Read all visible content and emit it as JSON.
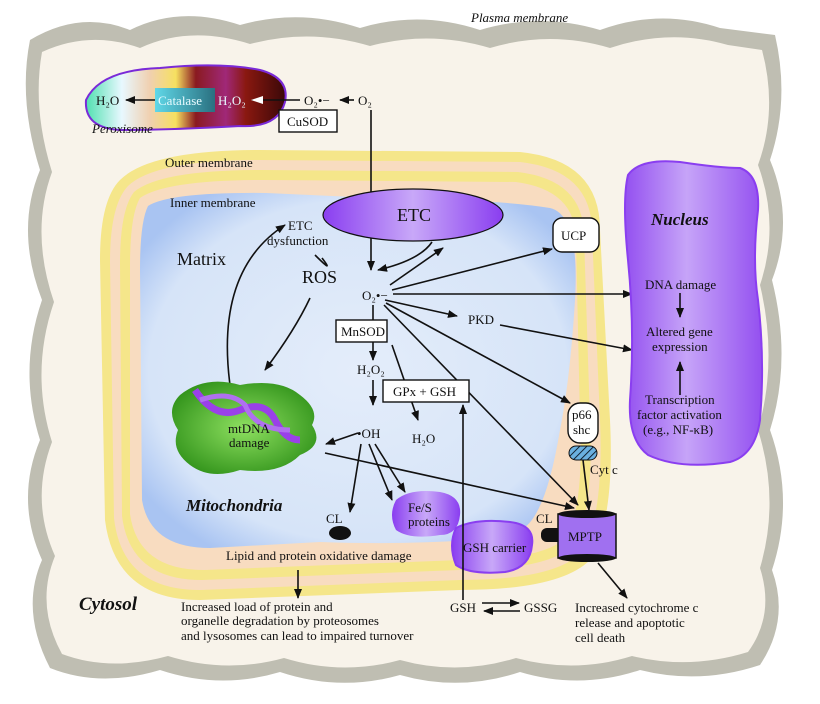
{
  "diagram": {
    "title_regions": {
      "plasma_membrane": "Plasma membrane",
      "cytosol": "Cytosol",
      "peroxisome": "Peroxisome",
      "outer_membrane": "Outer membrane",
      "inner_membrane": "Inner membrane",
      "matrix": "Matrix",
      "mitochondria": "Mitochondria",
      "nucleus": "Nucleus"
    },
    "peroxisome": {
      "h2o": "H₂O",
      "catalase": "Catalase",
      "h2o2": "H₂O₂"
    },
    "cytosol_top": {
      "superoxide": "O₂•−",
      "o2": "O₂",
      "cusod": "CuSOD"
    },
    "matrix": {
      "etc": "ETC",
      "etc_dysfunction_1": "ETC",
      "etc_dysfunction_2": "dysfunction",
      "ros": "ROS",
      "superoxide": "O₂•−",
      "ucp": "UCP",
      "pkd": "PKD",
      "mnsod": "MnSOD",
      "h2o2": "H₂O₂",
      "gpx_gsh": "GPx + GSH",
      "hydroxyl": "•OH",
      "h2o": "H₂O",
      "mtdna_1": "mtDNA",
      "mtdna_2": "damage",
      "fes_1": "Fe/S",
      "fes_2": "proteins",
      "cl_left": "CL",
      "cl_right": "CL",
      "mptp": "MPTP",
      "gsh_carrier": "GSH carrier",
      "p66_1": "p66",
      "p66_2": "shc",
      "cytc": "Cyt c"
    },
    "nucleus": {
      "dna_damage": "DNA damage",
      "altered_1": "Altered gene",
      "altered_2": "expression",
      "tf_1": "Transcription",
      "tf_2": "factor activation",
      "tf_3": "(e.g., NF-κB)"
    },
    "outcomes": {
      "lipid_damage": "Lipid and protein oxidative damage",
      "load_1": "Increased load of protein and",
      "load_2": "organelle degradation by proteosomes",
      "load_3": "and lysosomes can lead to impaired turnover",
      "gsh": "GSH",
      "gssg": "GSSG",
      "cytc_1": "Increased cytochrome c",
      "cytc_2": "release and apoptotic",
      "cytc_3": "cell death"
    },
    "colors": {
      "cytosol_bg": "#f8f3ea",
      "membrane_yellow": "#f5e68a",
      "membrane_peach": "#f8dcc0",
      "matrix_blue": "#dce8f8",
      "purple": "#9a5cf0",
      "green": "#3aa020"
    }
  }
}
